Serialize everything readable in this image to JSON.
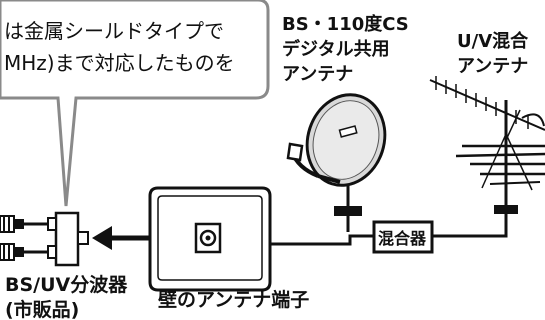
{
  "callout": {
    "line1": "は金属シールドタイプで",
    "line2": "MHz)まで対応したものを"
  },
  "labels": {
    "bs_cs_antenna_line1": "BS・110度CS",
    "bs_cs_antenna_line2": "デジタル共用",
    "bs_cs_antenna_line3": "アンテナ",
    "uv_antenna_line1": "U/V混合",
    "uv_antenna_line2": "アンテナ",
    "mixer": "混合器",
    "splitter_line1": "BS/UV分波器",
    "splitter_line2": "(市販品)",
    "wall_terminal": "壁のアンテナ端子"
  }
}
